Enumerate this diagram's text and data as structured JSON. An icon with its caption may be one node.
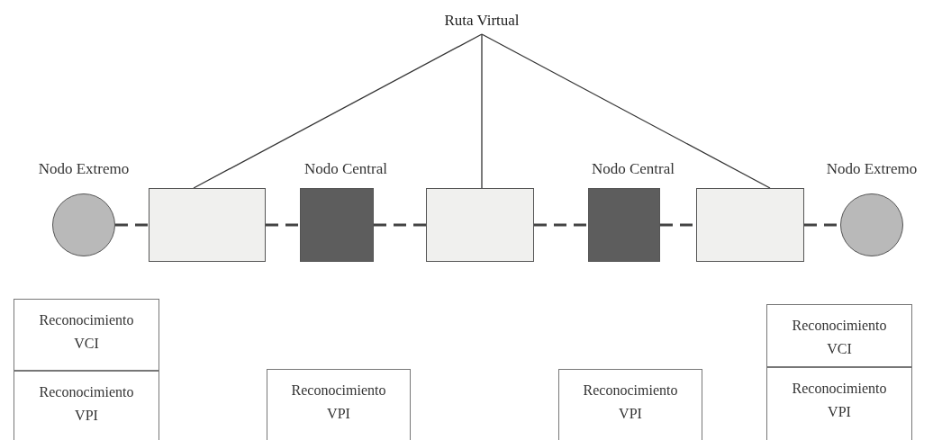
{
  "diagram": {
    "nodes": [
      {
        "text": [
          "Ruta Virtual"
        ]
      },
      {
        "text": [],
        "shape": "circle",
        "beside": [
          "Nodo Extremo"
        ]
      },
      {
        "text": [],
        "shape": "box"
      },
      {
        "text": [],
        "shape": "box",
        "beside": [
          "Nodo Central"
        ]
      },
      {
        "text": [],
        "shape": "box"
      },
      {
        "text": [],
        "shape": "box",
        "beside": [
          "Nodo Central"
        ]
      },
      {
        "text": [],
        "shape": "box"
      },
      {
        "text": [],
        "shape": "circle",
        "beside": [
          "Nodo Extremo"
        ]
      },
      {
        "text": [
          "Reconocimiento VCI"
        ]
      },
      {
        "text": [
          "Reconocimiento VCI"
        ]
      },
      {
        "text": [
          "Reconocimiento VPI"
        ]
      },
      {
        "text": [
          "Reconocimiento VPI"
        ]
      },
      {
        "text": [
          "Reconocimiento VPI"
        ]
      },
      {
        "text": [
          "Reconocimiento VPI"
        ]
      }
    ],
    "edges": [
      {
        "from": 0,
        "to": 2,
        "arrow": "none"
      },
      {
        "from": 0,
        "to": 4,
        "arrow": "none"
      },
      {
        "from": 0,
        "to": 6,
        "arrow": "none"
      },
      {
        "from": 1,
        "to": 2,
        "arrow": "none",
        "style": "dashed"
      },
      {
        "from": 2,
        "to": 3,
        "arrow": "none",
        "style": "dashed"
      },
      {
        "from": 3,
        "to": 4,
        "arrow": "none",
        "style": "dashed"
      },
      {
        "from": 4,
        "to": 5,
        "arrow": "none",
        "style": "dashed"
      },
      {
        "from": 5,
        "to": 6,
        "arrow": "none",
        "style": "dashed"
      },
      {
        "from": 6,
        "to": 7,
        "arrow": "none",
        "style": "dashed"
      }
    ]
  }
}
